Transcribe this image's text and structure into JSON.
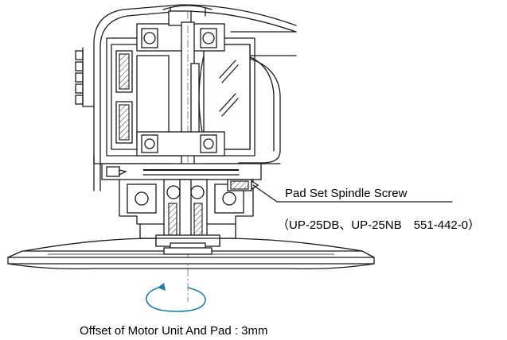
{
  "labels": {
    "callout_title": "Pad Set Spindle Screw",
    "callout_models": "（UP-25DB、UP-25NB　551-442-0）",
    "caption": "Offset of Motor Unit And Pad : 3mm"
  },
  "colors": {
    "line": "#1a1a1a",
    "rotation_arrow": "#1f7ea8"
  },
  "icons": {
    "rotation": "rotation-arrow-icon"
  }
}
